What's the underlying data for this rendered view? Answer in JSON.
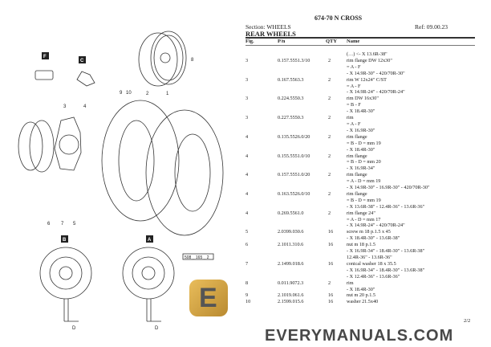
{
  "header": {
    "title": "674-70 N CROSS",
    "section": "Section: WHEELS",
    "ref": "Ref: 09.00.23",
    "subtitle": "REAR WHEELS"
  },
  "columns": {
    "fig": "Fig.",
    "pn": "P/n",
    "qty": "QTY",
    "name": "Name"
  },
  "rows": [
    {
      "fig": "",
      "pn": "",
      "qty": "",
      "lines": [
        "(…) <- X 13.6R-38\""
      ]
    },
    {
      "fig": "3",
      "pn": "0.157.5551.3/10",
      "qty": "2",
      "lines": [
        "rim flange DW 12x30\"",
        "= A - F",
        "- X 14.9R-30\" - 420/70R-30\""
      ]
    },
    {
      "fig": "3",
      "pn": "0.167.5563.3",
      "qty": "2",
      "lines": [
        "rim W 12x24\" C/ST",
        "= A - F",
        "- X 14.9R-24\" - 420/70R-24\""
      ]
    },
    {
      "fig": "3",
      "pn": "0.224.5550.3",
      "qty": "2",
      "lines": [
        "rim DW 16x30\"",
        "= B - F",
        "- X 18.4R-30\""
      ]
    },
    {
      "fig": "3",
      "pn": "0.227.5550.3",
      "qty": "2",
      "lines": [
        "rim",
        "= A - F",
        "- X 16.9R-30\""
      ]
    },
    {
      "fig": "4",
      "pn": "0.135.5526.0/20",
      "qty": "2",
      "lines": [
        "rim flange",
        "= B - D = mm 19",
        "- X 18.4R-30\""
      ]
    },
    {
      "fig": "4",
      "pn": "0.155.5551.0/10",
      "qty": "2",
      "lines": [
        "rim flange",
        "= B - D = mm 20",
        "- X 16.9R-34\""
      ]
    },
    {
      "fig": "4",
      "pn": "0.157.5551.0/20",
      "qty": "2",
      "lines": [
        "rim flange",
        "= A - D = mm 19",
        "- X 14.9R-30\" - 16.9R-30\" - 420/70R-30\""
      ]
    },
    {
      "fig": "4",
      "pn": "0.163.5526.0/10",
      "qty": "2",
      "lines": [
        "rim flange",
        "= B - D = mm 19",
        "- X 13.6R-38\" - 12.4R-36\" - 13.6R-36\""
      ]
    },
    {
      "fig": "4",
      "pn": "0.269.5561.0",
      "qty": "2",
      "lines": [
        "rim flange 24\"",
        "= A - D = mm 17",
        "- X 14.9R-24\" - 420/70R-24\""
      ]
    },
    {
      "fig": "5",
      "pn": "2.0399.030.6",
      "qty": "16",
      "lines": [
        "screw m 18 p.1.5 x 45",
        "- X 18.4R-30\" - 13.6R-38\""
      ]
    },
    {
      "fig": "6",
      "pn": "2.1011.310.6",
      "qty": "16",
      "lines": [
        "nut m 18 p.1.5",
        "- X 16.9R-34\" - 18.4R-30\" - 13.6R-38\"",
        "12.4R-36\" - 13.6R-36\""
      ]
    },
    {
      "fig": "7",
      "pn": "2.1499.018.6",
      "qty": "16",
      "lines": [
        "conical washer 18 x 35.5",
        "- X 16.9R-34\" - 18.4R-30\" - 13.6R-38\"",
        "- X 12.4R-36\" - 13.6R-36\""
      ]
    },
    {
      "fig": "8",
      "pn": "0.011.9072.3",
      "qty": "2",
      "lines": [
        "rim",
        "- X 18.4R-30\""
      ]
    },
    {
      "fig": "9",
      "pn": "2.1019.061.6",
      "qty": "16",
      "lines": [
        "nut m 20 p.1.5"
      ]
    },
    {
      "fig": "10",
      "pn": "2.1599.015.6",
      "qty": "16",
      "lines": [
        "washer 21.5x40"
      ]
    }
  ],
  "page": "2/2",
  "diagram": {
    "labels": {
      "f": "F",
      "c": "C",
      "b": "B",
      "a": "A",
      "n1": "1",
      "n2": "2",
      "n3": "3",
      "n4": "4",
      "n5": "5",
      "n6": "6",
      "n7": "7",
      "n8": "8",
      "n9": "9",
      "n10": "10",
      "d1": "D",
      "d2": "D"
    },
    "code": "508 _ 165 _ 2"
  },
  "watermark": {
    "text": "EVERYMANUALS.COM",
    "logo": "E"
  }
}
